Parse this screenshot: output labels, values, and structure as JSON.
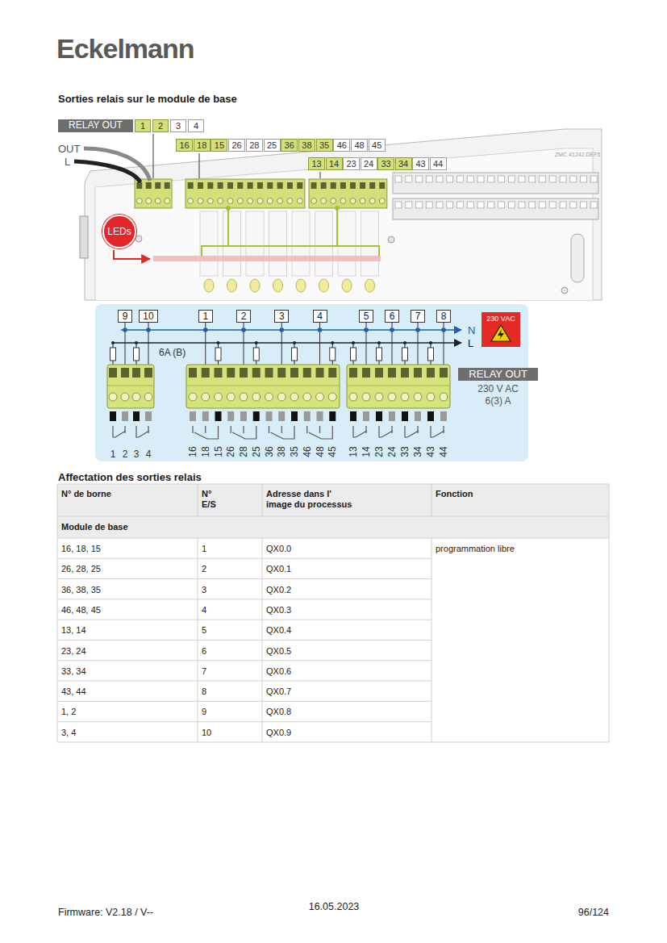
{
  "diagram": {
    "title": "Sorties relais sur le module de base",
    "nodes": [
      {
        "text": [
          "LEDs"
        ]
      },
      {
        "text": [
          "9"
        ]
      },
      {
        "text": [
          "10"
        ]
      },
      {
        "text": [
          "1"
        ]
      },
      {
        "text": [
          "2"
        ]
      },
      {
        "text": [
          "3"
        ]
      },
      {
        "text": [
          "4"
        ]
      },
      {
        "text": [
          "5"
        ]
      },
      {
        "text": [
          "6"
        ]
      },
      {
        "text": [
          "7"
        ]
      },
      {
        "text": [
          "8"
        ]
      },
      {
        "text": [
          "230 VAC"
        ]
      },
      {
        "text": [
          "RELAY OUT",
          "230 V AC 6(3) A"
        ]
      }
    ],
    "labels": [
      "Eckelmann",
      "RELAY OUT",
      "1",
      "2",
      "3",
      "4",
      "16",
      "18",
      "15",
      "26",
      "28",
      "25",
      "36",
      "38",
      "35",
      "46",
      "48",
      "45",
      "13",
      "14",
      "23",
      "24",
      "33",
      "34",
      "43",
      "44",
      "OUT",
      "L",
      "ZMC 41242.DEF5",
      "N",
      "L",
      "6A (B)",
      "1",
      "2",
      "3",
      "4",
      "16",
      "18",
      "15",
      "26",
      "28",
      "25",
      "36",
      "38",
      "35",
      "46",
      "48",
      "45",
      "13",
      "14",
      "23",
      "24",
      "33",
      "34",
      "43",
      "44",
      "Affectation des sorties relais",
      "N° de borne",
      "N° E/S",
      "Adresse dans l' image du processus",
      "Fonction",
      "Module de base",
      "16, 18, 15",
      "1",
      "QX0.0",
      "programmation libre",
      "26, 28, 25",
      "2",
      "QX0.1",
      "36, 38, 35",
      "3",
      "QX0.2",
      "46, 48, 45",
      "4",
      "QX0.3",
      "13, 14",
      "5",
      "QX0.4",
      "23, 24",
      "6",
      "QX0.5",
      "33, 34",
      "7",
      "QX0.6",
      "43, 44",
      "8",
      "QX0.7",
      "1, 2",
      "9",
      "QX0.8",
      "3, 4",
      "10",
      "QX0.9",
      "Firmware: V2.18 / V--",
      "16.05.2023",
      "96/124"
    ]
  }
}
